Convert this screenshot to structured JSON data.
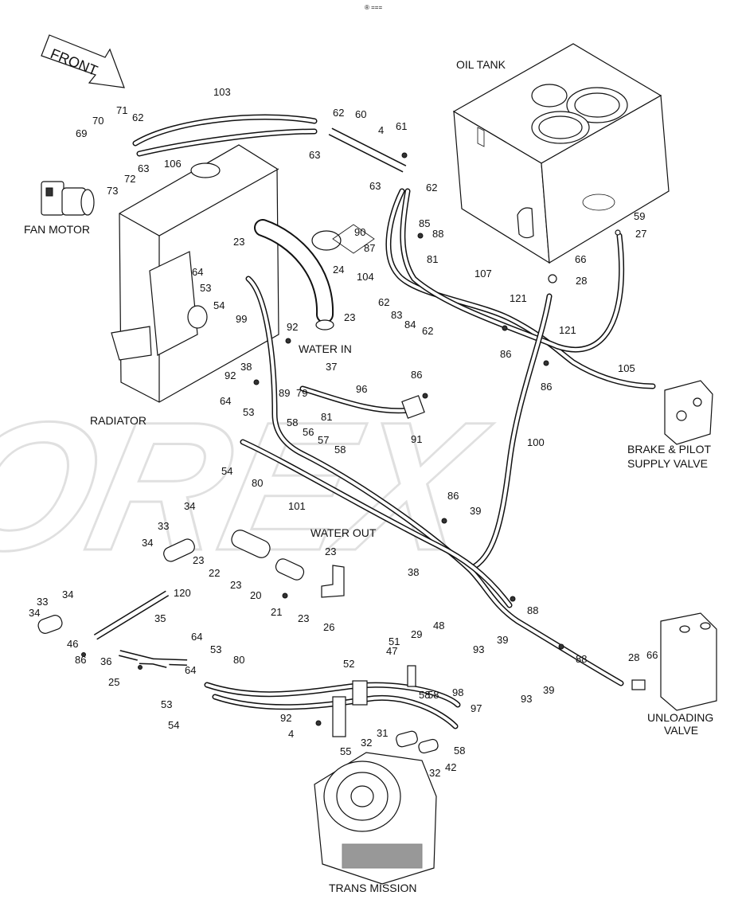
{
  "header_mark": "® ===",
  "front_label": "FRONT",
  "components": {
    "oil_tank": "OIL TANK",
    "fan_motor": "FAN MOTOR",
    "radiator": "RADIATOR",
    "water_in": "WATER IN",
    "water_out": "WATER OUT",
    "brake_pilot_line1": "BRAKE & PILOT",
    "brake_pilot_line2": "SUPPLY VALVE",
    "unloading_line1": "UNLOADING",
    "unloading_line2": "VALVE",
    "trans_mission": "TRANS MISSION"
  },
  "watermark": "OREX",
  "callouts": [
    {
      "id": "c103",
      "text": "103"
    },
    {
      "id": "c62a",
      "text": "62"
    },
    {
      "id": "c60",
      "text": "60"
    },
    {
      "id": "c71",
      "text": "71"
    },
    {
      "id": "c70",
      "text": "70"
    },
    {
      "id": "c62b",
      "text": "62"
    },
    {
      "id": "c69",
      "text": "69"
    },
    {
      "id": "c106",
      "text": "106"
    },
    {
      "id": "c63a",
      "text": "63"
    },
    {
      "id": "c72",
      "text": "72"
    },
    {
      "id": "c73",
      "text": "73"
    },
    {
      "id": "c63b",
      "text": "63"
    },
    {
      "id": "c4a",
      "text": "4"
    },
    {
      "id": "c61",
      "text": "61"
    },
    {
      "id": "c63c",
      "text": "63"
    },
    {
      "id": "c62c",
      "text": "62"
    },
    {
      "id": "c85",
      "text": "85"
    },
    {
      "id": "c90",
      "text": "90"
    },
    {
      "id": "c88a",
      "text": "88"
    },
    {
      "id": "c87",
      "text": "87"
    },
    {
      "id": "c23a",
      "text": "23"
    },
    {
      "id": "c24",
      "text": "24"
    },
    {
      "id": "c81a",
      "text": "81"
    },
    {
      "id": "c104",
      "text": "104"
    },
    {
      "id": "c64a",
      "text": "64"
    },
    {
      "id": "c53a",
      "text": "53"
    },
    {
      "id": "c54a",
      "text": "54"
    },
    {
      "id": "c107",
      "text": "107"
    },
    {
      "id": "c62d",
      "text": "62"
    },
    {
      "id": "c83",
      "text": "83"
    },
    {
      "id": "c84",
      "text": "84"
    },
    {
      "id": "c62e",
      "text": "62"
    },
    {
      "id": "c99",
      "text": "99"
    },
    {
      "id": "c23b",
      "text": "23"
    },
    {
      "id": "c92a",
      "text": "92"
    },
    {
      "id": "c121a",
      "text": "121"
    },
    {
      "id": "c121b",
      "text": "121"
    },
    {
      "id": "c86a",
      "text": "86"
    },
    {
      "id": "c86b",
      "text": "86"
    },
    {
      "id": "c59",
      "text": "59"
    },
    {
      "id": "c27",
      "text": "27"
    },
    {
      "id": "c66a",
      "text": "66"
    },
    {
      "id": "c28a",
      "text": "28"
    },
    {
      "id": "c38a",
      "text": "38"
    },
    {
      "id": "c37",
      "text": "37"
    },
    {
      "id": "c92b",
      "text": "92"
    },
    {
      "id": "c89",
      "text": "89"
    },
    {
      "id": "c79",
      "text": "79"
    },
    {
      "id": "c96",
      "text": "96"
    },
    {
      "id": "c86c",
      "text": "86"
    },
    {
      "id": "c105",
      "text": "105"
    },
    {
      "id": "c81b",
      "text": "81"
    },
    {
      "id": "c91",
      "text": "91"
    },
    {
      "id": "c64b",
      "text": "64"
    },
    {
      "id": "c53b",
      "text": "53"
    },
    {
      "id": "c58a",
      "text": "58"
    },
    {
      "id": "c56",
      "text": "56"
    },
    {
      "id": "c57",
      "text": "57"
    },
    {
      "id": "c58b",
      "text": "58"
    },
    {
      "id": "c100",
      "text": "100"
    },
    {
      "id": "c54b",
      "text": "54"
    },
    {
      "id": "c80a",
      "text": "80"
    },
    {
      "id": "c101",
      "text": "101"
    },
    {
      "id": "c86d",
      "text": "86"
    },
    {
      "id": "c39a",
      "text": "39"
    },
    {
      "id": "c34a",
      "text": "34"
    },
    {
      "id": "c33a",
      "text": "33"
    },
    {
      "id": "c34b",
      "text": "34"
    },
    {
      "id": "c23c",
      "text": "23"
    },
    {
      "id": "c22",
      "text": "22"
    },
    {
      "id": "c23d",
      "text": "23"
    },
    {
      "id": "c20",
      "text": "20"
    },
    {
      "id": "c23e",
      "text": "23"
    },
    {
      "id": "c21",
      "text": "21"
    },
    {
      "id": "c23f",
      "text": "23"
    },
    {
      "id": "c26",
      "text": "26"
    },
    {
      "id": "c38b",
      "text": "38"
    },
    {
      "id": "c120",
      "text": "120"
    },
    {
      "id": "c33b",
      "text": "33"
    },
    {
      "id": "c34c",
      "text": "34"
    },
    {
      "id": "c34d",
      "text": "34"
    },
    {
      "id": "c35",
      "text": "35"
    },
    {
      "id": "c46",
      "text": "46"
    },
    {
      "id": "c86e",
      "text": "86"
    },
    {
      "id": "c36",
      "text": "36"
    },
    {
      "id": "c88b",
      "text": "88"
    },
    {
      "id": "c93a",
      "text": "93"
    },
    {
      "id": "c39b",
      "text": "39"
    },
    {
      "id": "c88c",
      "text": "88"
    },
    {
      "id": "c25",
      "text": "25"
    },
    {
      "id": "c64c",
      "text": "64"
    },
    {
      "id": "c53c",
      "text": "53"
    },
    {
      "id": "c64d",
      "text": "64"
    },
    {
      "id": "c53d",
      "text": "53"
    },
    {
      "id": "c80b",
      "text": "80"
    },
    {
      "id": "c47",
      "text": "47"
    },
    {
      "id": "c51",
      "text": "51"
    },
    {
      "id": "c29",
      "text": "29"
    },
    {
      "id": "c48",
      "text": "48"
    },
    {
      "id": "c52",
      "text": "52"
    },
    {
      "id": "c58c",
      "text": "58"
    },
    {
      "id": "c28b",
      "text": "28"
    },
    {
      "id": "c66b",
      "text": "66"
    },
    {
      "id": "c93b",
      "text": "93"
    },
    {
      "id": "c39c",
      "text": "39"
    },
    {
      "id": "c54c",
      "text": "54"
    },
    {
      "id": "c98",
      "text": "98"
    },
    {
      "id": "c58d",
      "text": "58"
    },
    {
      "id": "c97",
      "text": "97"
    },
    {
      "id": "c92c",
      "text": "92"
    },
    {
      "id": "c4b",
      "text": "4"
    },
    {
      "id": "c31",
      "text": "31"
    },
    {
      "id": "c32a",
      "text": "32"
    },
    {
      "id": "c58e",
      "text": "58"
    },
    {
      "id": "c55",
      "text": "55"
    },
    {
      "id": "c32b",
      "text": "32"
    },
    {
      "id": "c42",
      "text": "42"
    }
  ]
}
